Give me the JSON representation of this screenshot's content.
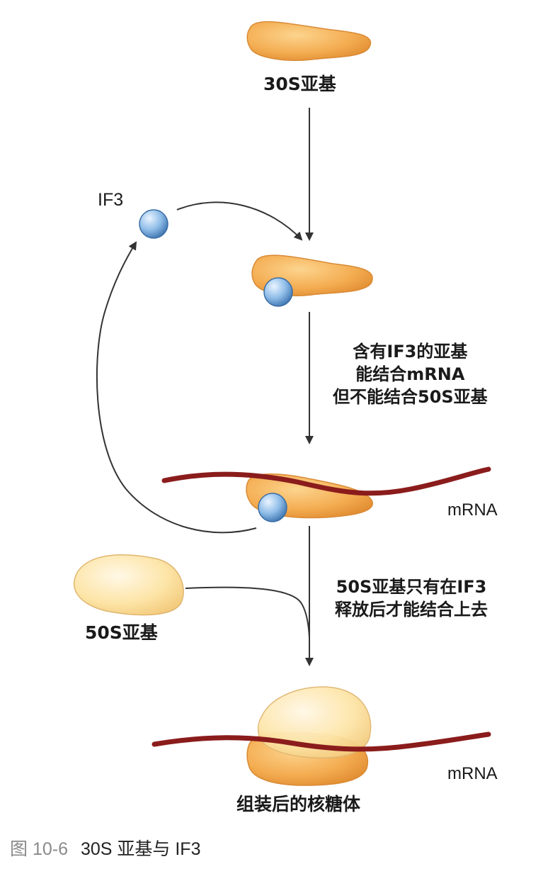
{
  "labels": {
    "subunit_30s": "30S亚基",
    "if3": "IF3",
    "mrna_1": "mRNA",
    "subunit_50s": "50S亚基",
    "mrna_2": "mRNA",
    "assembled": "组装后的核糖体"
  },
  "notes": {
    "step2": [
      "含有IF3的亚基",
      "能结合mRNA",
      "但不能结合50S亚基"
    ],
    "step3": [
      "50S亚基只有在IF3",
      "释放后才能结合上去"
    ]
  },
  "caption": {
    "figure": "图 10-6",
    "title": "30S 亚基与 IF3"
  },
  "colors": {
    "subunit_30s": "#f0a040",
    "subunit_50s": "#fde2a0",
    "if3": "#7fb0df",
    "mrna": "#8b1c1c",
    "arrow": "#333333"
  }
}
